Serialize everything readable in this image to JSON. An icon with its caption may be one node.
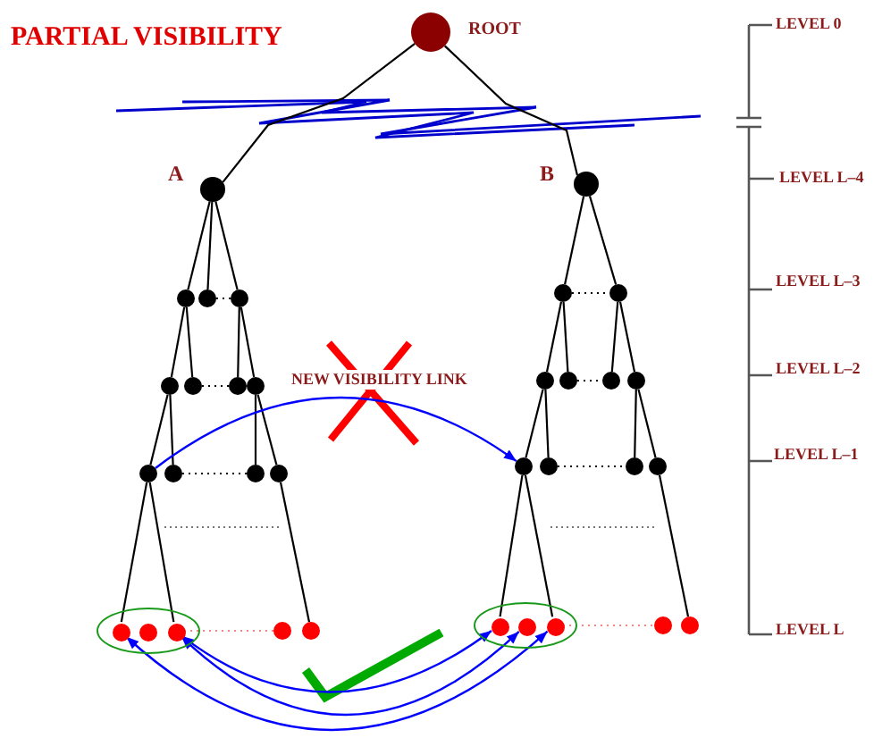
{
  "diagram": {
    "title": "PARTIAL VISIBILITY",
    "nodes": [
      {
        "text": [],
        "shape": "circle",
        "beside": [
          "ROOT"
        ]
      },
      {
        "text": [],
        "shape": "circle",
        "beside": [
          "A"
        ]
      },
      {
        "text": [],
        "shape": "circle"
      },
      {
        "text": [],
        "shape": "circle"
      },
      {
        "text": [],
        "shape": "circle"
      },
      {
        "text": [],
        "shape": "circle"
      },
      {
        "text": [],
        "shape": "circle"
      },
      {
        "text": [],
        "shape": "circle"
      },
      {
        "text": [],
        "shape": "circle"
      },
      {
        "text": [],
        "shape": "circle"
      },
      {
        "text": [],
        "shape": "circle"
      },
      {
        "text": [],
        "shape": "circle"
      },
      {
        "text": [],
        "shape": "circle"
      },
      {
        "text": [],
        "shape": "ellipse"
      },
      {
        "text": [],
        "shape": "circle",
        "in": 13
      },
      {
        "text": [],
        "shape": "circle",
        "in": 13
      },
      {
        "text": [],
        "shape": "circle",
        "in": 13
      },
      {
        "text": [],
        "shape": "circle"
      },
      {
        "text": [],
        "shape": "circle"
      },
      {
        "text": [],
        "shape": "circle",
        "beside": [
          "B"
        ]
      },
      {
        "text": [],
        "shape": "circle"
      },
      {
        "text": [],
        "shape": "circle"
      },
      {
        "text": [],
        "shape": "circle"
      },
      {
        "text": [],
        "shape": "circle"
      },
      {
        "text": [],
        "shape": "circle"
      },
      {
        "text": [],
        "shape": "circle"
      },
      {
        "text": [],
        "shape": "circle"
      },
      {
        "text": [],
        "shape": "circle"
      },
      {
        "text": [],
        "shape": "circle"
      },
      {
        "text": [],
        "shape": "circle"
      },
      {
        "text": [],
        "shape": "ellipse"
      },
      {
        "text": [],
        "shape": "circle",
        "in": 30
      },
      {
        "text": [],
        "shape": "circle",
        "in": 30
      },
      {
        "text": [],
        "shape": "circle",
        "in": 30
      },
      {
        "text": [],
        "shape": "circle"
      },
      {
        "text": [],
        "shape": "circle"
      }
    ],
    "edges": [
      {
        "from": 0,
        "to": 1,
        "arrow": "none"
      },
      {
        "from": 0,
        "to": 19,
        "arrow": "none"
      },
      {
        "from": 1,
        "to": 2,
        "arrow": "none"
      },
      {
        "from": 1,
        "to": 3,
        "arrow": "none"
      },
      {
        "from": 1,
        "to": 4,
        "arrow": "none"
      },
      {
        "from": 2,
        "to": 5,
        "arrow": "none"
      },
      {
        "from": 2,
        "to": 6,
        "arrow": "none"
      },
      {
        "from": 4,
        "to": 7,
        "arrow": "none"
      },
      {
        "from": 4,
        "to": 8,
        "arrow": "none"
      },
      {
        "from": 5,
        "to": 9,
        "arrow": "none"
      },
      {
        "from": 5,
        "to": 10,
        "arrow": "none"
      },
      {
        "from": 8,
        "to": 11,
        "arrow": "none"
      },
      {
        "from": 8,
        "to": 12,
        "arrow": "none"
      },
      {
        "from": 9,
        "to": 14,
        "arrow": "none"
      },
      {
        "from": 9,
        "to": 16,
        "arrow": "none"
      },
      {
        "from": 12,
        "to": 18,
        "arrow": "none"
      },
      {
        "from": 3,
        "to": 4,
        "arrow": "none",
        "style": "dashed"
      },
      {
        "from": 6,
        "to": 7,
        "arrow": "none",
        "style": "dashed"
      },
      {
        "from": 10,
        "to": 11,
        "arrow": "none",
        "style": "dashed"
      },
      {
        "from": 16,
        "to": 17,
        "arrow": "none",
        "style": "dashed",
        "color": "#ff8080"
      },
      {
        "from": 19,
        "to": 20,
        "arrow": "none"
      },
      {
        "from": 19,
        "to": 21,
        "arrow": "none"
      },
      {
        "from": 20,
        "to": 22,
        "arrow": "none"
      },
      {
        "from": 20,
        "to": 23,
        "arrow": "none"
      },
      {
        "from": 21,
        "to": 24,
        "arrow": "none"
      },
      {
        "from": 21,
        "to": 25,
        "arrow": "none"
      },
      {
        "from": 22,
        "to": 26,
        "arrow": "none"
      },
      {
        "from": 22,
        "to": 27,
        "arrow": "none"
      },
      {
        "from": 25,
        "to": 28,
        "arrow": "none"
      },
      {
        "from": 25,
        "to": 29,
        "arrow": "none"
      },
      {
        "from": 26,
        "to": 31,
        "arrow": "none"
      },
      {
        "from": 26,
        "to": 33,
        "arrow": "none"
      },
      {
        "from": 29,
        "to": 35,
        "arrow": "none"
      },
      {
        "from": 20,
        "to": 21,
        "arrow": "none",
        "style": "dashed"
      },
      {
        "from": 23,
        "to": 24,
        "arrow": "none",
        "style": "dashed"
      },
      {
        "from": 27,
        "to": 28,
        "arrow": "none",
        "style": "dashed"
      },
      {
        "from": 33,
        "to": 34,
        "arrow": "none",
        "style": "dashed",
        "color": "#ff8080"
      },
      {
        "from": 9,
        "to": 26,
        "arrow": "to",
        "label": "NEW VISIBILITY LINK",
        "color": "#0000ff"
      },
      {
        "from": 16,
        "to": 31,
        "arrow": "both",
        "color": "#0000ff"
      },
      {
        "from": 16,
        "to": 32,
        "arrow": "both",
        "color": "#0000ff"
      },
      {
        "from": 14,
        "to": 33,
        "arrow": "both",
        "color": "#0000ff"
      }
    ],
    "labels": [
      "LEVEL 0",
      "LEVEL L–4",
      "LEVEL L–3",
      "LEVEL L–2",
      "LEVEL L–1",
      "LEVEL L"
    ]
  }
}
